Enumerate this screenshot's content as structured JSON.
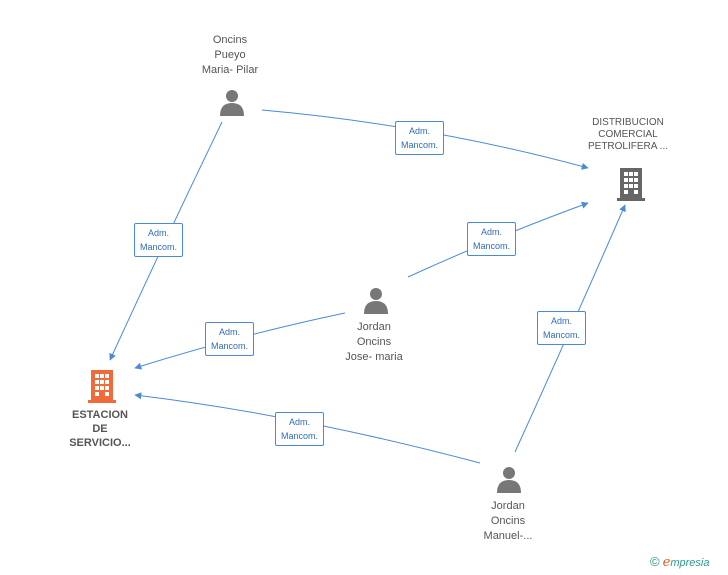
{
  "people": [
    {
      "id": "oncins-pueyo",
      "lines": [
        "Oncins",
        "Pueyo",
        "Maria- Pilar"
      ]
    },
    {
      "id": "jordan-jose",
      "lines": [
        "Jordan",
        "Oncins",
        "Jose- maria"
      ]
    },
    {
      "id": "jordan-manuel",
      "lines": [
        "Jordan",
        "Oncins",
        "Manuel-..."
      ]
    }
  ],
  "companies": [
    {
      "id": "distribucion",
      "lines": [
        "DISTRIBUCION",
        "COMERCIAL",
        "PETROLIFERA ..."
      ],
      "color": "#666666"
    },
    {
      "id": "estacion",
      "lines": [
        "ESTACION",
        "DE",
        "SERVICIO..."
      ],
      "color": "#f26a3a"
    }
  ],
  "relations": [
    {
      "id": "rel-1",
      "lines": [
        "Adm.",
        "Mancom."
      ]
    },
    {
      "id": "rel-2",
      "lines": [
        "Adm.",
        "Mancom."
      ]
    },
    {
      "id": "rel-3",
      "lines": [
        "Adm.",
        "Mancom."
      ]
    },
    {
      "id": "rel-4",
      "lines": [
        "Adm.",
        "Mancom."
      ]
    },
    {
      "id": "rel-5",
      "lines": [
        "Adm.",
        "Mancom."
      ]
    },
    {
      "id": "rel-6",
      "lines": [
        "Adm.",
        "Mancom."
      ]
    }
  ],
  "colors": {
    "edge": "#4a8ad9",
    "person": "#777777",
    "company_primary": "#f26a3a",
    "company_secondary": "#666666"
  },
  "footer": {
    "copyright_symbol": "©",
    "brand_initial": "e",
    "brand_rest": "mpresia"
  }
}
